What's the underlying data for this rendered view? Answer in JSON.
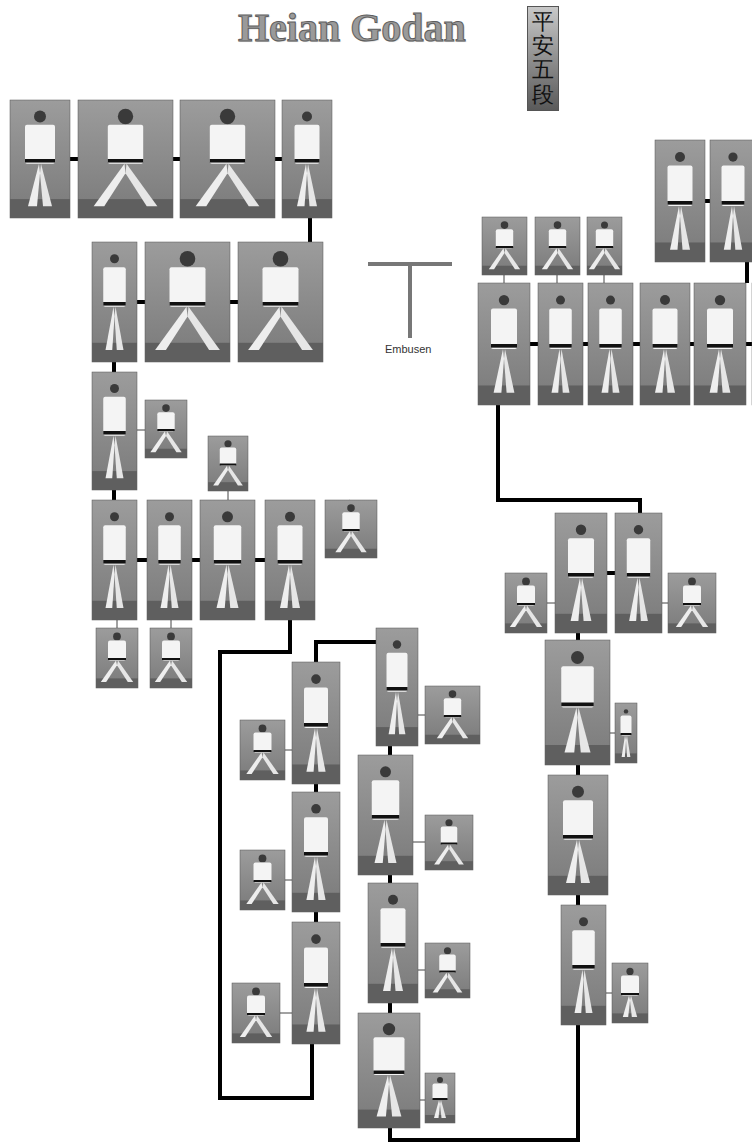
{
  "diagram": {
    "title": "Heian Godan",
    "nodes": [
      {
        "text": [
          "平安五段"
        ]
      }
    ],
    "labels": [
      "Embusen"
    ]
  }
}
